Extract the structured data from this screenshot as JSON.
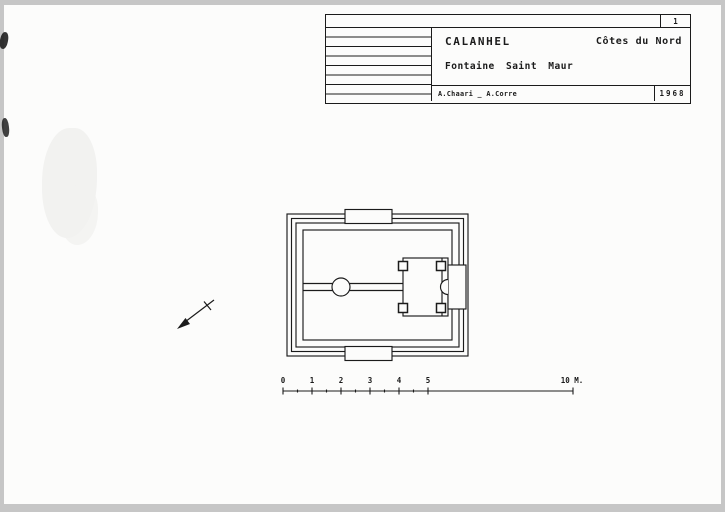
{
  "title_block": {
    "sheet_number": "1",
    "commune": "CALANHEL",
    "department": "Côtes du Nord",
    "subject": "Fontaine Saint Maur",
    "authors": "A.Chaari _ A.Corre",
    "year": "1968"
  },
  "scale_bar": {
    "tick_labels": [
      "0",
      "1",
      "2",
      "3",
      "4",
      "5"
    ],
    "end_label": "10 M.",
    "unit_meters_0_to_5_then_10": true
  },
  "colors": {
    "ink": "#1b1b1b",
    "paper": "#fcfcfb",
    "backdrop": "#c6c6c6"
  }
}
